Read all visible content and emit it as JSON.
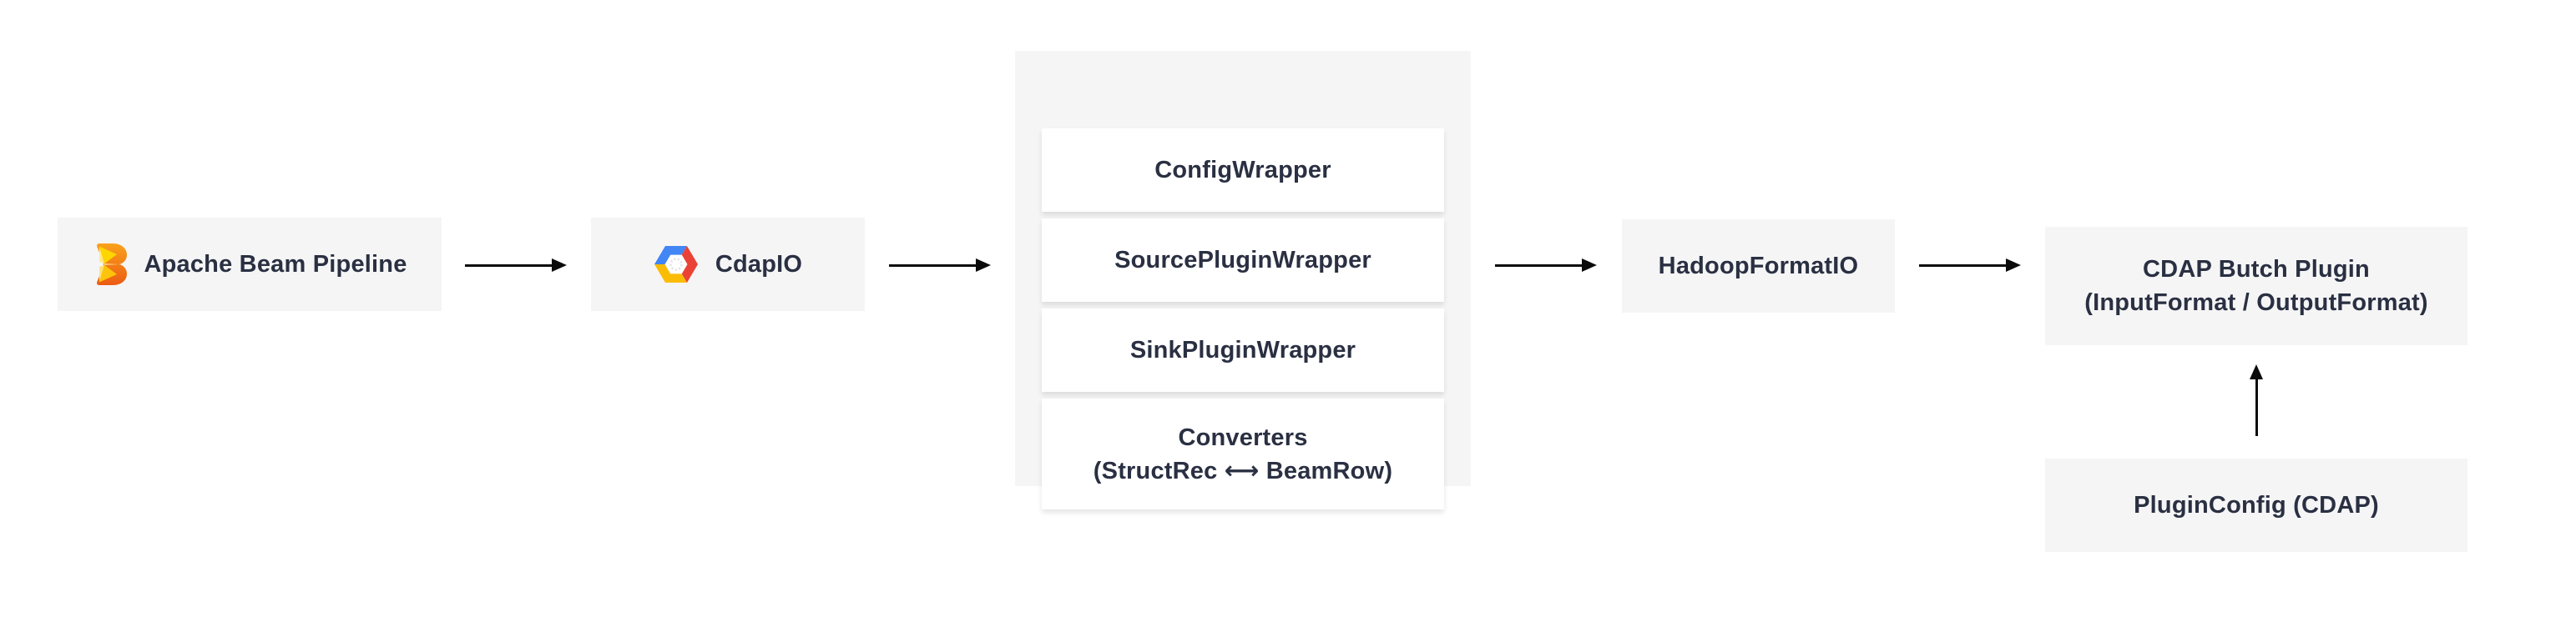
{
  "diagram": {
    "nodes": {
      "beam": {
        "label": "Apache Beam Pipeline",
        "icon": "apache-beam-logo"
      },
      "cdapio": {
        "label": "CdapIO",
        "icon": "google-cloud-logo"
      },
      "wrappers": {
        "items": [
          {
            "label": "ConfigWrapper"
          },
          {
            "label": "SourcePluginWrapper"
          },
          {
            "label": "SinkPluginWrapper"
          },
          {
            "label": "Converters",
            "sublabel": "(StructRec ⟷ BeamRow)"
          }
        ]
      },
      "hadoop": {
        "label": "HadoopFormatIO"
      },
      "cdap_plugin": {
        "label": "CDAP Butch Plugin",
        "sublabel": "(InputFormat / OutputFormat)"
      },
      "plugin_config": {
        "label": "PluginConfig (CDAP)"
      }
    },
    "colors": {
      "node_bg": "#f5f5f6",
      "card_bg": "#ffffff",
      "text": "#2a3042",
      "arrow": "#0b0b0b",
      "beam_orange_top": "#faa21b",
      "beam_orange_bottom": "#ec5b13",
      "beam_yellow": "#ffd500",
      "gcp_blue": "#4285f4",
      "gcp_red": "#ea4335",
      "gcp_yellow": "#fbbc05"
    }
  }
}
